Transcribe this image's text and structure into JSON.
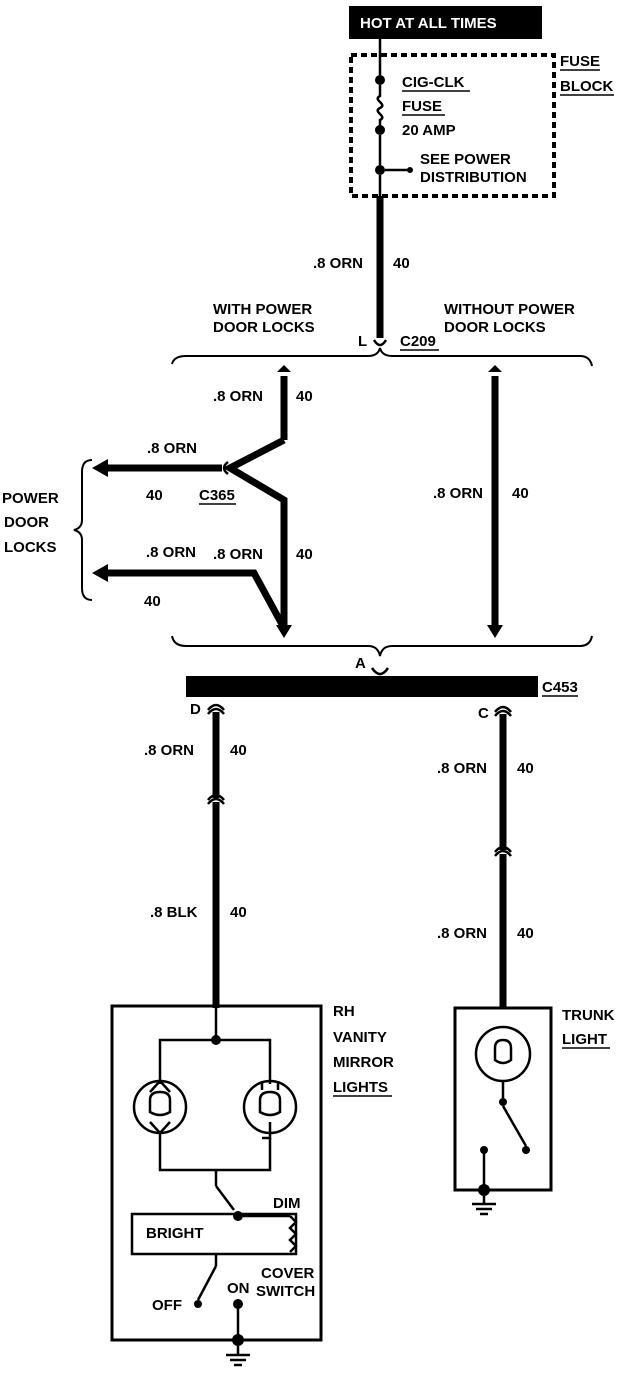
{
  "header": {
    "title": "HOT AT ALL TIMES"
  },
  "fuse_block": {
    "label_line1": "FUSE",
    "label_line2": "BLOCK",
    "fuse_name": "CIG-CLK",
    "fuse_word": "FUSE",
    "fuse_rating": "20 AMP",
    "note_line1": "SEE POWER",
    "note_line2": "DISTRIBUTION"
  },
  "wire_main": {
    "size_color": ".8 ORN",
    "circuit": "40"
  },
  "c209": {
    "terminal": "L",
    "connector": "C209"
  },
  "options": {
    "with_line1": "WITH POWER",
    "with_line2": "DOOR LOCKS",
    "without_line1": "WITHOUT POWER",
    "without_line2": "DOOR LOCKS"
  },
  "with_branch": {
    "size_color": ".8 ORN",
    "circuit": "40"
  },
  "without_branch": {
    "size_color": ".8 ORN",
    "circuit": "40"
  },
  "power_door_locks": {
    "line1": "POWER",
    "line2": "DOOR",
    "line3": "LOCKS",
    "upper_size_color": ".8 ORN",
    "upper_circuit": "40",
    "connector": "C365",
    "lower_size_color": ".8 ORN",
    "lower_circuit": "40",
    "return_size_color": ".8 ORN",
    "return_circuit": "40"
  },
  "c453": {
    "connector": "C453",
    "terminal_a": "A",
    "terminal_d": "D",
    "terminal_c": "C"
  },
  "left_run": {
    "upper_size_color": ".8 ORN",
    "upper_circuit": "40",
    "lower_size_color": ".8 BLK",
    "lower_circuit": "40"
  },
  "right_run": {
    "upper_size_color": ".8 ORN",
    "upper_circuit": "40",
    "lower_size_color": ".8 ORN",
    "lower_circuit": "40"
  },
  "vanity_mirror": {
    "line1": "RH",
    "line2": "VANITY",
    "line3": "MIRROR",
    "line4": "LIGHTS",
    "bright": "BRIGHT",
    "dim": "DIM",
    "cover": "COVER",
    "switch": "SWITCH",
    "off": "OFF",
    "on": "ON"
  },
  "trunk_light": {
    "line1": "TRUNK",
    "line2": "LIGHT"
  }
}
